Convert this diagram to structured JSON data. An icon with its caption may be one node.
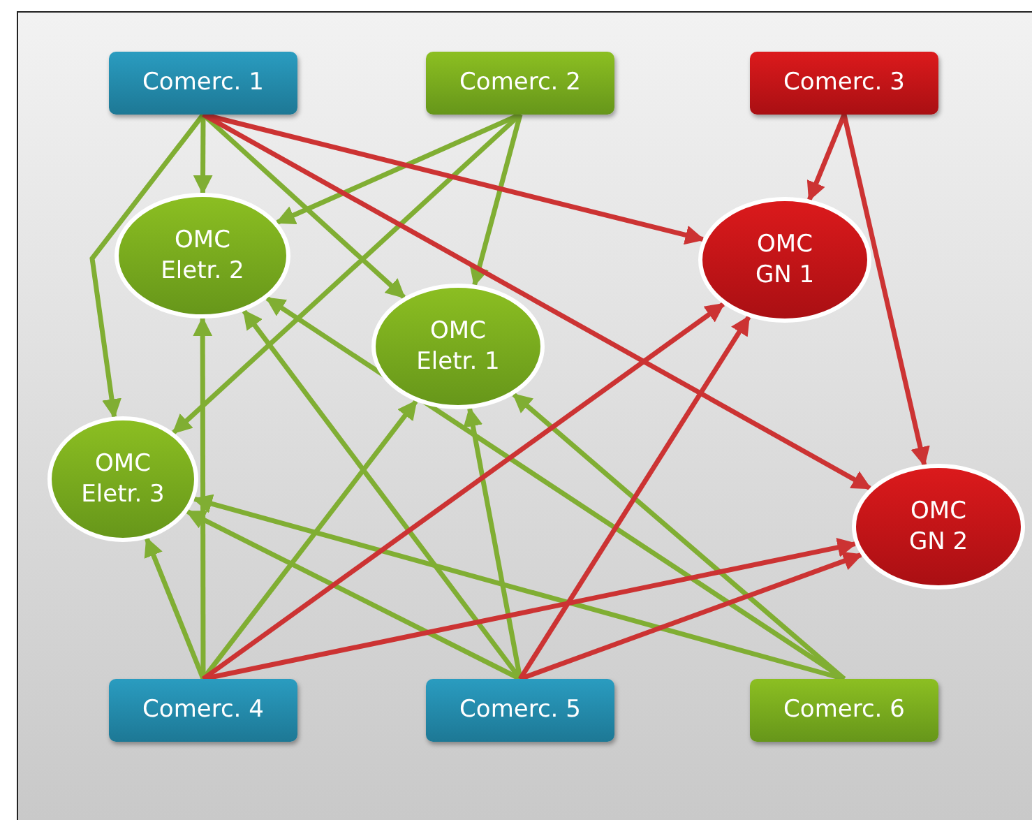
{
  "diagram": {
    "nodes": [
      {
        "text": [
          "Comerc. 1"
        ]
      },
      {
        "text": [
          "Comerc. 2"
        ]
      },
      {
        "text": [
          "Comerc. 3"
        ]
      },
      {
        "text": [
          "OMC Eletr. 2"
        ]
      },
      {
        "text": [
          "OMC GN 1"
        ]
      },
      {
        "text": [
          "OMC Eletr. 1"
        ]
      },
      {
        "text": [
          "OMC Eletr. 3"
        ]
      },
      {
        "text": [
          "OMC GN 2"
        ]
      },
      {
        "text": [
          "Comerc. 4"
        ]
      },
      {
        "text": [
          "Comerc. 5"
        ]
      },
      {
        "text": [
          "Comerc. 6"
        ]
      }
    ],
    "edges": [
      {
        "from": 0,
        "to": 3,
        "arrow": "to"
      },
      {
        "from": 0,
        "to": 6,
        "arrow": "to"
      },
      {
        "from": 0,
        "to": 5,
        "arrow": "to"
      },
      {
        "from": 1,
        "to": 3,
        "arrow": "to"
      },
      {
        "from": 1,
        "to": 6,
        "arrow": "to"
      },
      {
        "from": 1,
        "to": 5,
        "arrow": "to"
      },
      {
        "from": 8,
        "to": 6,
        "arrow": "to"
      },
      {
        "from": 8,
        "to": 3,
        "arrow": "to"
      },
      {
        "from": 8,
        "to": 5,
        "arrow": "to"
      },
      {
        "from": 9,
        "to": 3,
        "arrow": "to"
      },
      {
        "from": 9,
        "to": 5,
        "arrow": "to"
      },
      {
        "from": 9,
        "to": 6,
        "arrow": "to"
      },
      {
        "from": 10,
        "to": 3,
        "arrow": "to"
      },
      {
        "from": 10,
        "to": 5,
        "arrow": "to"
      },
      {
        "from": 10,
        "to": 6,
        "arrow": "to"
      },
      {
        "from": 0,
        "to": 4,
        "arrow": "to",
        "color": "#cc3333"
      },
      {
        "from": 0,
        "to": 7,
        "arrow": "to",
        "color": "#cc3333"
      },
      {
        "from": 2,
        "to": 4,
        "arrow": "to",
        "color": "#cc3333"
      },
      {
        "from": 2,
        "to": 7,
        "arrow": "to",
        "color": "#cc3333"
      },
      {
        "from": 8,
        "to": 4,
        "arrow": "to",
        "color": "#cc3333"
      },
      {
        "from": 8,
        "to": 7,
        "arrow": "to",
        "color": "#cc3333"
      },
      {
        "from": 9,
        "to": 4,
        "arrow": "to",
        "color": "#cc3333"
      },
      {
        "from": 9,
        "to": 7,
        "arrow": "to",
        "color": "#cc3333"
      }
    ]
  }
}
